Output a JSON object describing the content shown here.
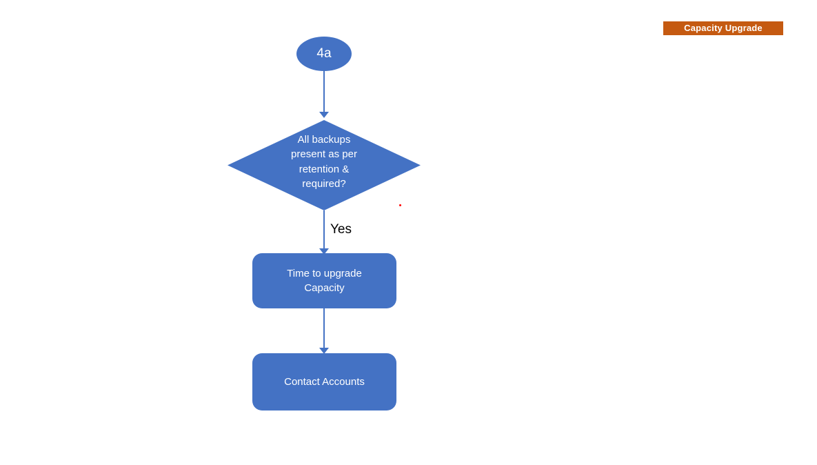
{
  "slide": {
    "background_color": "#FFFFFF",
    "banner": {
      "label": "Capacity Upgrade",
      "background_color": "#C55A11",
      "text_color": "#FFFFFF"
    }
  },
  "theme": {
    "shape_fill": "#4472C4",
    "shape_text": "#FFFFFF",
    "connector_color": "#4472C4",
    "edge_label_color": "#000000",
    "artifact_color": "#FF0000"
  },
  "flowchart": {
    "type": "flowchart",
    "orientation": "top-to-bottom",
    "nodes": [
      {
        "id": "start",
        "shape": "ellipse",
        "label": "4a"
      },
      {
        "id": "decision",
        "shape": "diamond",
        "label": "All backups present as per retention & required?",
        "lines": [
          "All backups",
          "present as per",
          "retention &",
          "required?"
        ]
      },
      {
        "id": "upgrade",
        "shape": "rounded-rectangle",
        "label": "Time to upgrade Capacity",
        "lines": [
          "Time to upgrade",
          "Capacity"
        ]
      },
      {
        "id": "accounts",
        "shape": "rounded-rectangle",
        "label": "Contact Accounts",
        "lines": [
          "Contact Accounts"
        ]
      }
    ],
    "edges": [
      {
        "from": "start",
        "to": "decision",
        "label": ""
      },
      {
        "from": "decision",
        "to": "upgrade",
        "label": "Yes"
      },
      {
        "from": "upgrade",
        "to": "accounts",
        "label": ""
      }
    ]
  }
}
